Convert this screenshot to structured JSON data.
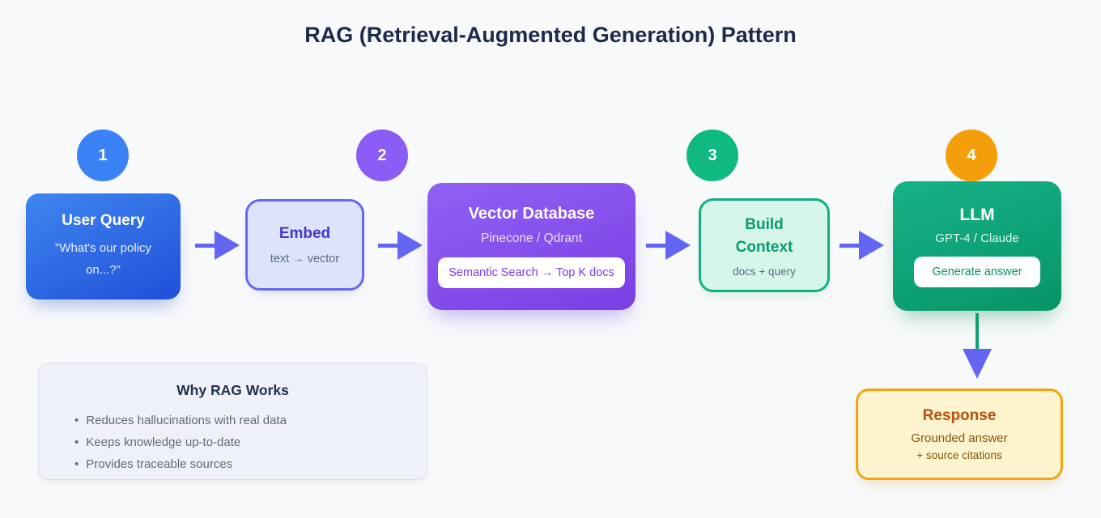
{
  "title": "RAG (Retrieval-Augmented Generation) Pattern",
  "steps": [
    {
      "number": "1",
      "color": "#3b82f6"
    },
    {
      "number": "2",
      "color": "#8b5cf6"
    },
    {
      "number": "3",
      "color": "#10b981"
    },
    {
      "number": "4",
      "color": "#f59e0b"
    }
  ],
  "nodes": {
    "user_query": {
      "title": "User Query",
      "subtitle": "\"What's our policy on...?\""
    },
    "embed": {
      "title": "Embed",
      "subtitle": "text → vector"
    },
    "vector_database": {
      "title": "Vector Database",
      "subtitle": "Pinecone / Qdrant",
      "badge": "Semantic Search → Top K docs"
    },
    "build_context": {
      "title": "Build Context",
      "subtitle": "docs + query"
    },
    "llm": {
      "title": "LLM",
      "subtitle": "GPT-4 / Claude",
      "badge": "Generate answer"
    },
    "response": {
      "title": "Response",
      "subtitle": "Grounded answer",
      "detail": "+ source citations"
    }
  },
  "info_panel": {
    "title": "Why RAG Works",
    "bullets": [
      "Reduces hallucinations with real data",
      "Keeps knowledge up-to-date",
      "Provides traceable sources"
    ]
  },
  "colors": {
    "background": "#f8f9fb",
    "arrow": "#6366f1",
    "connector_stem": "#0fa173",
    "user_query_gradient": [
      "#3f86f0",
      "#2050d8"
    ],
    "vector_db_gradient": [
      "#9061f4",
      "#7b3fe4"
    ],
    "llm_gradient": [
      "#16b287",
      "#079468"
    ],
    "embed_fill": "#dce3fa",
    "embed_border": "#6569ef",
    "build_context_fill": "#d6f6e9",
    "build_context_border": "#12b183",
    "response_fill": "#fdf3ce",
    "response_border": "#f0a513",
    "info_panel_fill": "#eef1f7"
  }
}
